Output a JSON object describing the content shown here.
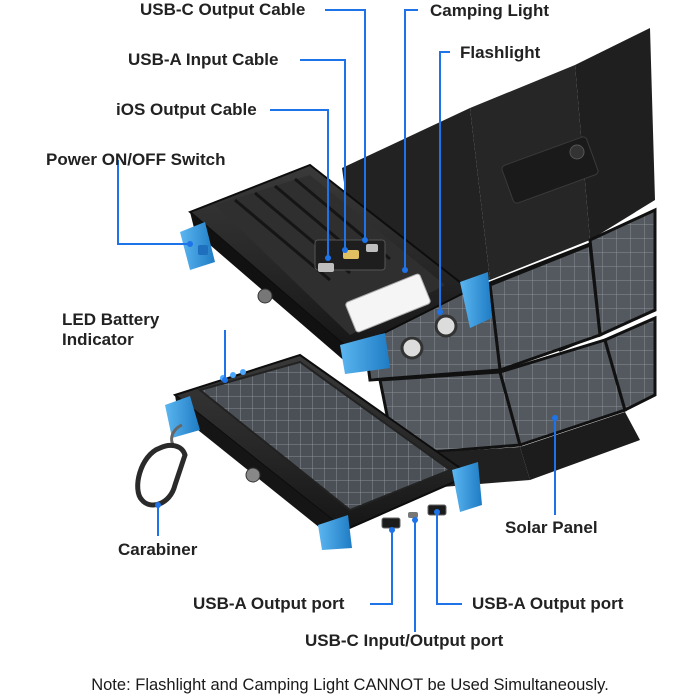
{
  "labels": {
    "usb_c_output_cable": "USB-C Output Cable",
    "camping_light": "Camping Light",
    "usb_a_input_cable": "USB-A Input Cable",
    "flashlight": "Flashlight",
    "ios_output_cable": "iOS Output Cable",
    "power_switch": "Power ON/OFF Switch",
    "led_battery_line1": "LED Battery",
    "led_battery_line2": "Indicator",
    "carabiner": "Carabiner",
    "solar_panel": "Solar Panel",
    "usb_a_output_left": "USB-A Output port",
    "usb_a_output_right": "USB-A Output port",
    "usb_c_io_port": "USB-C Input/Output port"
  },
  "note": "Note: Flashlight and Camping Light CANNOT be Used Simultaneously.",
  "colors": {
    "callout_line": "#1e73e8",
    "accent_blue": "#3a9be0",
    "case_dark": "#2b2b2b",
    "panel_leather": "#262626",
    "solar_cell": "#4a4f55"
  }
}
